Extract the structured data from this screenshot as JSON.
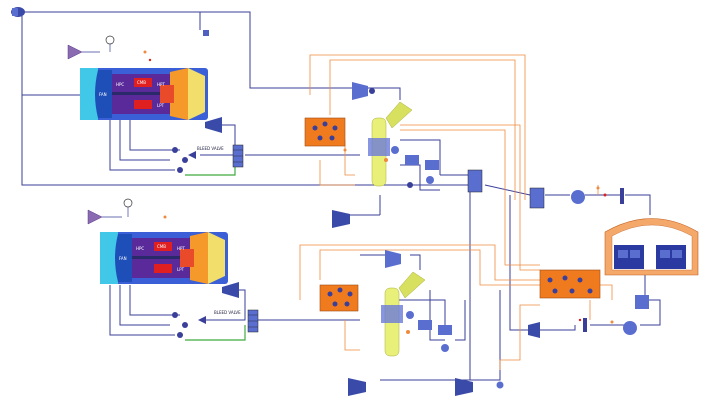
{
  "colors": {
    "background": "#ffffff",
    "pipe_blue": "#3a3f9a",
    "pipe_orange": "#f08a3c",
    "pipe_green": "#3faa3f",
    "engine_blue": "#3b5fd6",
    "engine_cyan": "#41c8e8",
    "engine_purple": "#5a2a9a",
    "engine_red": "#e02020",
    "engine_orange": "#f59a2a",
    "engine_yellow": "#f2de6a",
    "hx_orange": "#f07a1e",
    "column_yellow": "#e9f07a",
    "equipment_blue": "#5a6ed0"
  },
  "engines": [
    {
      "inlet_label": "FAN",
      "labels": [
        "HPC",
        "CMB",
        "HPT",
        "LPT"
      ]
    },
    {
      "inlet_label": "FAN",
      "labels": [
        "HPC",
        "CMB",
        "HPT",
        "LPT"
      ]
    }
  ],
  "bleed_labels": [
    "BLEED VALVE",
    "BLEED VALVE"
  ],
  "icons": [
    "fan-icon",
    "gauge-icon",
    "valve-icon",
    "turbine-icon",
    "compressor-icon",
    "heat-exchanger-icon",
    "column-icon",
    "pump-icon",
    "cabin-pack-icon"
  ]
}
